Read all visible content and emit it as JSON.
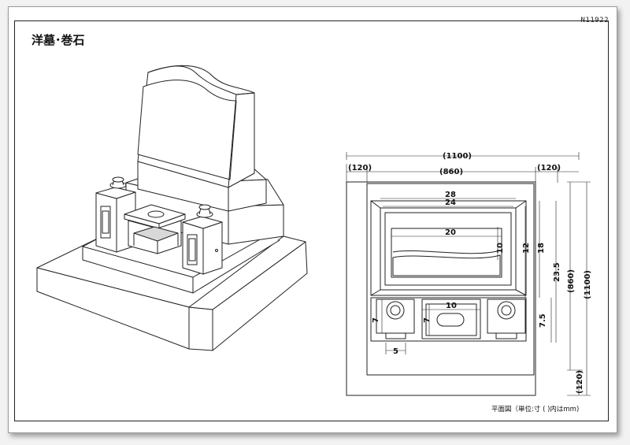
{
  "drawing_id": "N11922",
  "title": "洋墓･巻石",
  "caption": "平面図（単位:寸 ( )内はmm)",
  "dimensions": {
    "total_width": "(1100)",
    "left_margin": "(120)",
    "right_margin": "(120)",
    "inner_width": "(860)",
    "w28": "28",
    "w24": "24",
    "w20": "20",
    "h10a": "10",
    "h12": "12",
    "h18": "18",
    "h23_5": "23.5",
    "inner_depth": "(860)",
    "total_depth": "(1100)",
    "bottom_margin": "(120)",
    "w10": "10",
    "h7a": "7",
    "h7b": "7",
    "h7_5": "7.5",
    "w5": "5"
  }
}
